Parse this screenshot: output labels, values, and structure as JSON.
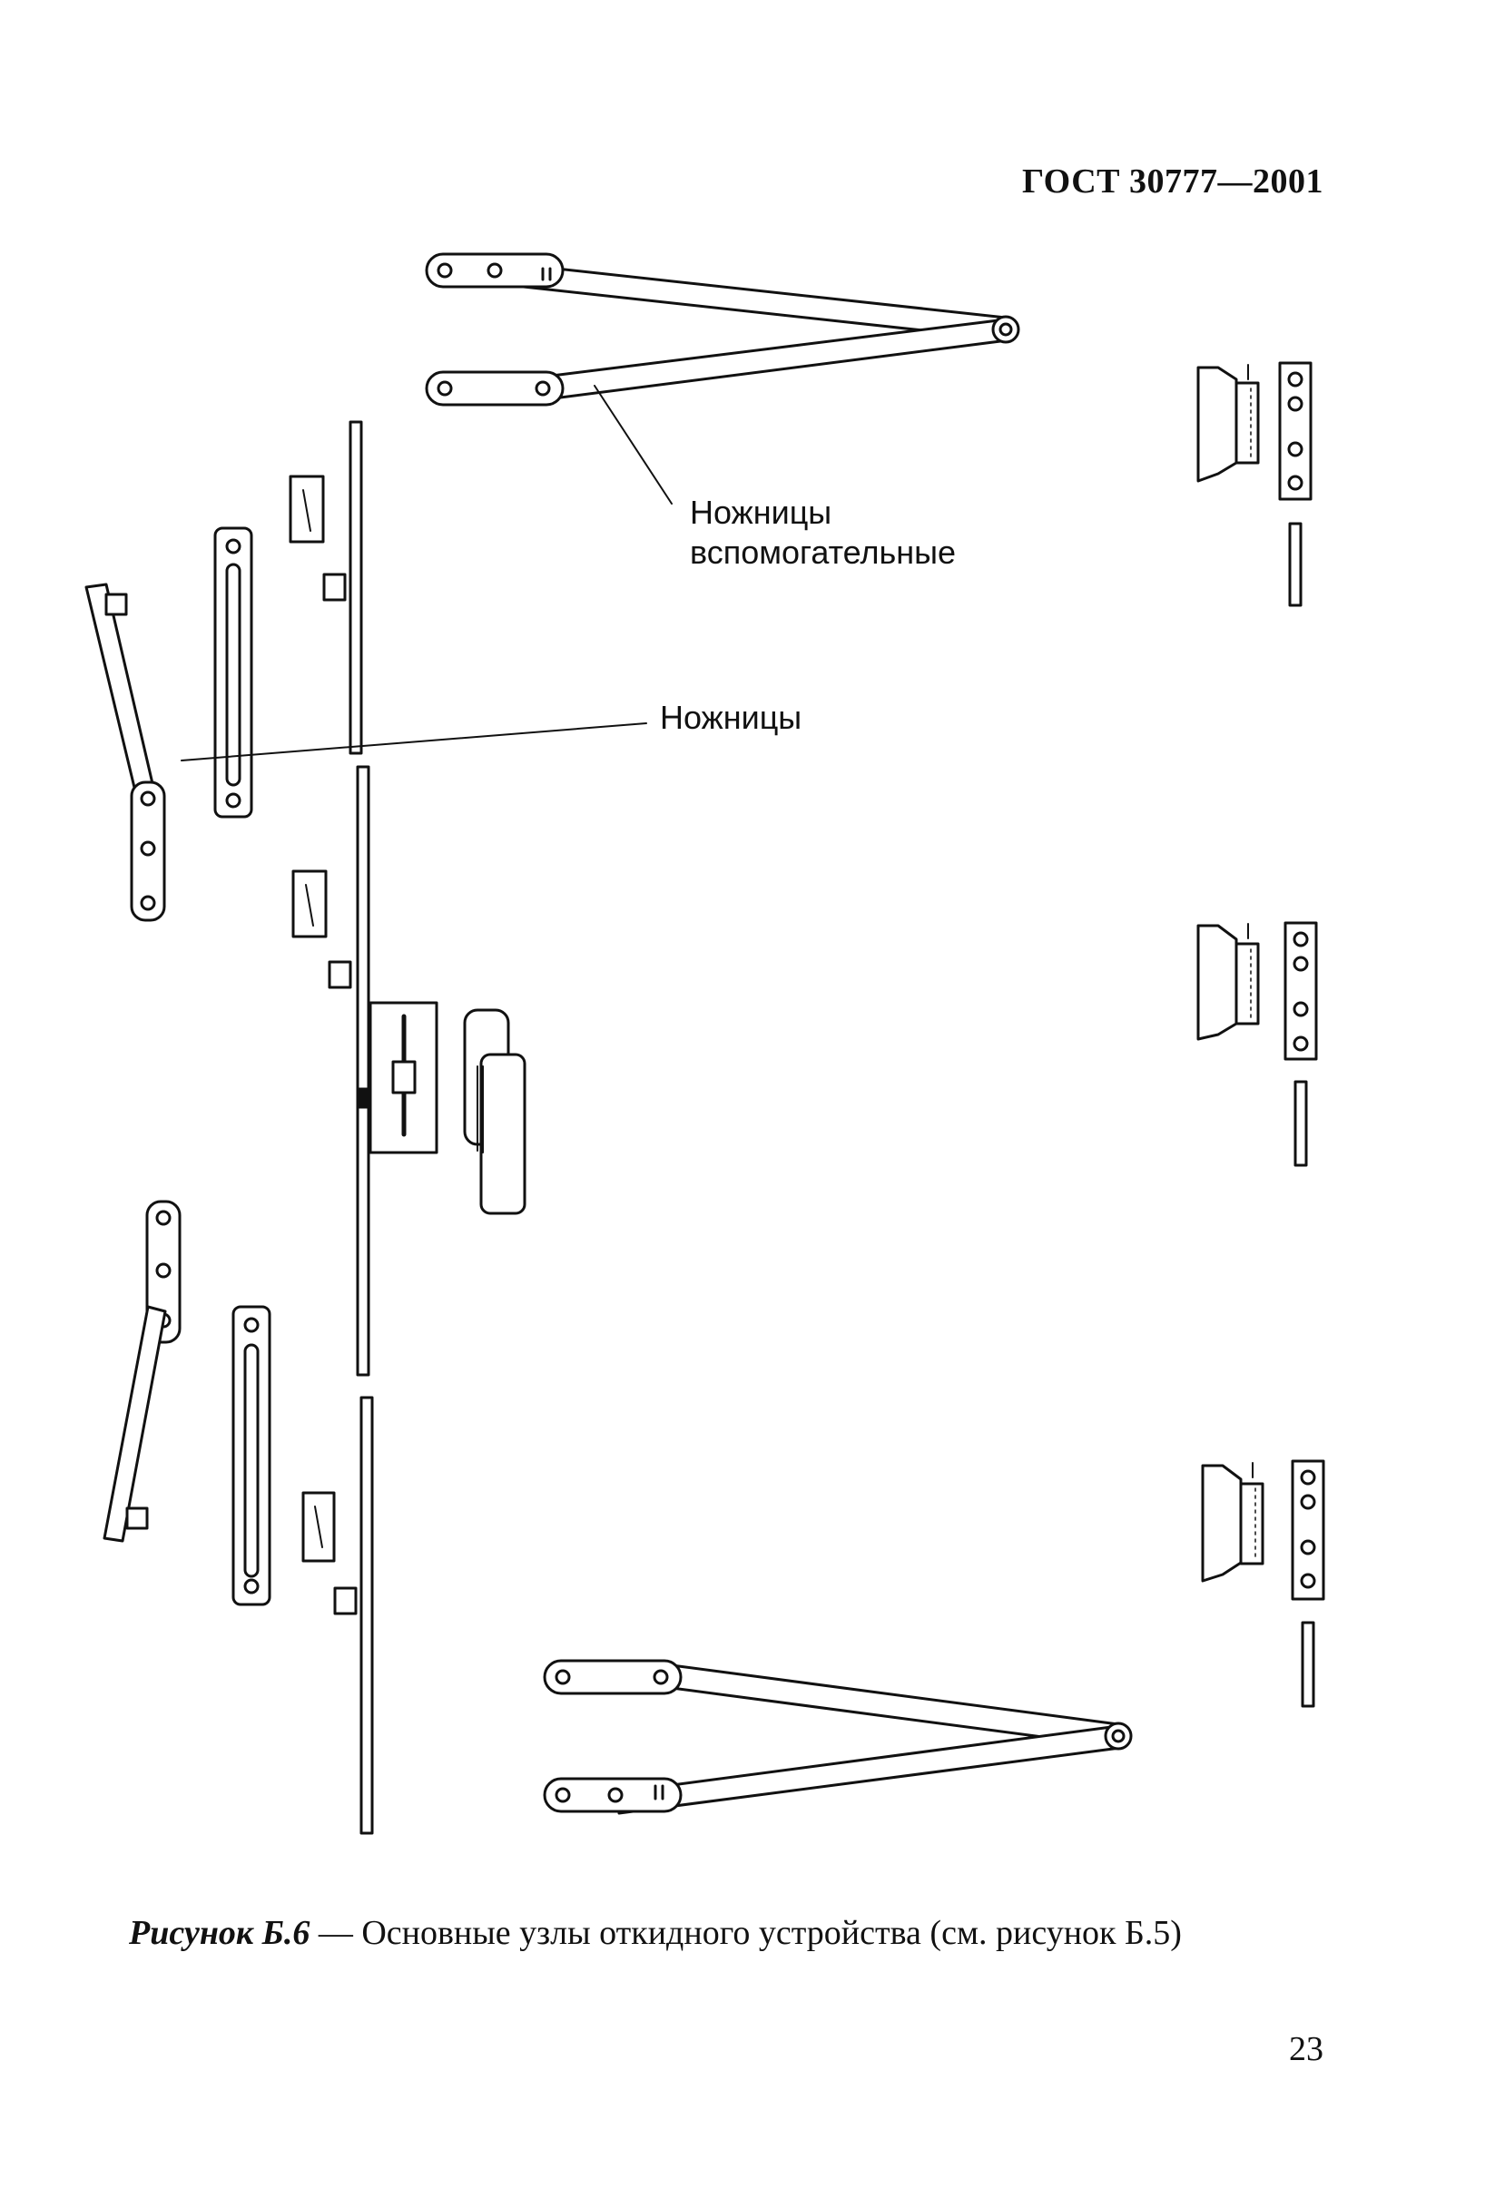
{
  "header": {
    "standard_code": "ГОСТ 30777—2001"
  },
  "callouts": {
    "aux_scissors_line1": "Ножницы",
    "aux_scissors_line2": "вспомогательные",
    "scissors": "Ножницы"
  },
  "caption": {
    "label": "Рисунок Б.6",
    "text": " — Основные узлы откидного устройства (см. рисунок Б.5)"
  },
  "page_number": "23",
  "colors": {
    "ink": "#111111",
    "paper": "#ffffff"
  }
}
